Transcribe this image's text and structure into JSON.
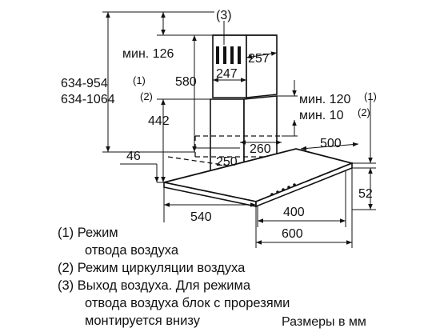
{
  "dimensions": {
    "callout_outlet": "(3)",
    "total_height_1": "634-954",
    "total_height_1_ref": "(1)",
    "total_height_2": "634-1064",
    "total_height_2_ref": "(2)",
    "min_top": "мин. 126",
    "chimney_height": "580",
    "lower_height": "442",
    "canopy_thickness": "46",
    "chimney_depth": "257",
    "chimney_width": "247",
    "inner_width": "260",
    "inner_depth": "250",
    "min_120": "мин. 120",
    "min_120_ref": "(1)",
    "min_10": "мин. 10",
    "min_10_ref": "(2)",
    "canopy_depth": "500",
    "edge_height": "52",
    "front_width": "400",
    "canopy_width_540": "540",
    "canopy_width_600": "600"
  },
  "notes": [
    {
      "ref": "(1)",
      "line1": "Режим",
      "line2": "отвода воздуха"
    },
    {
      "ref": "(2)",
      "line1": "Режим циркуляции воздуха"
    },
    {
      "ref": "(3)",
      "line1": "Выход воздуха. Для режима",
      "line2": "отвода воздуха блок с прорезями",
      "line3": "монтируется внизу"
    }
  ],
  "footer": "Размеры в мм"
}
